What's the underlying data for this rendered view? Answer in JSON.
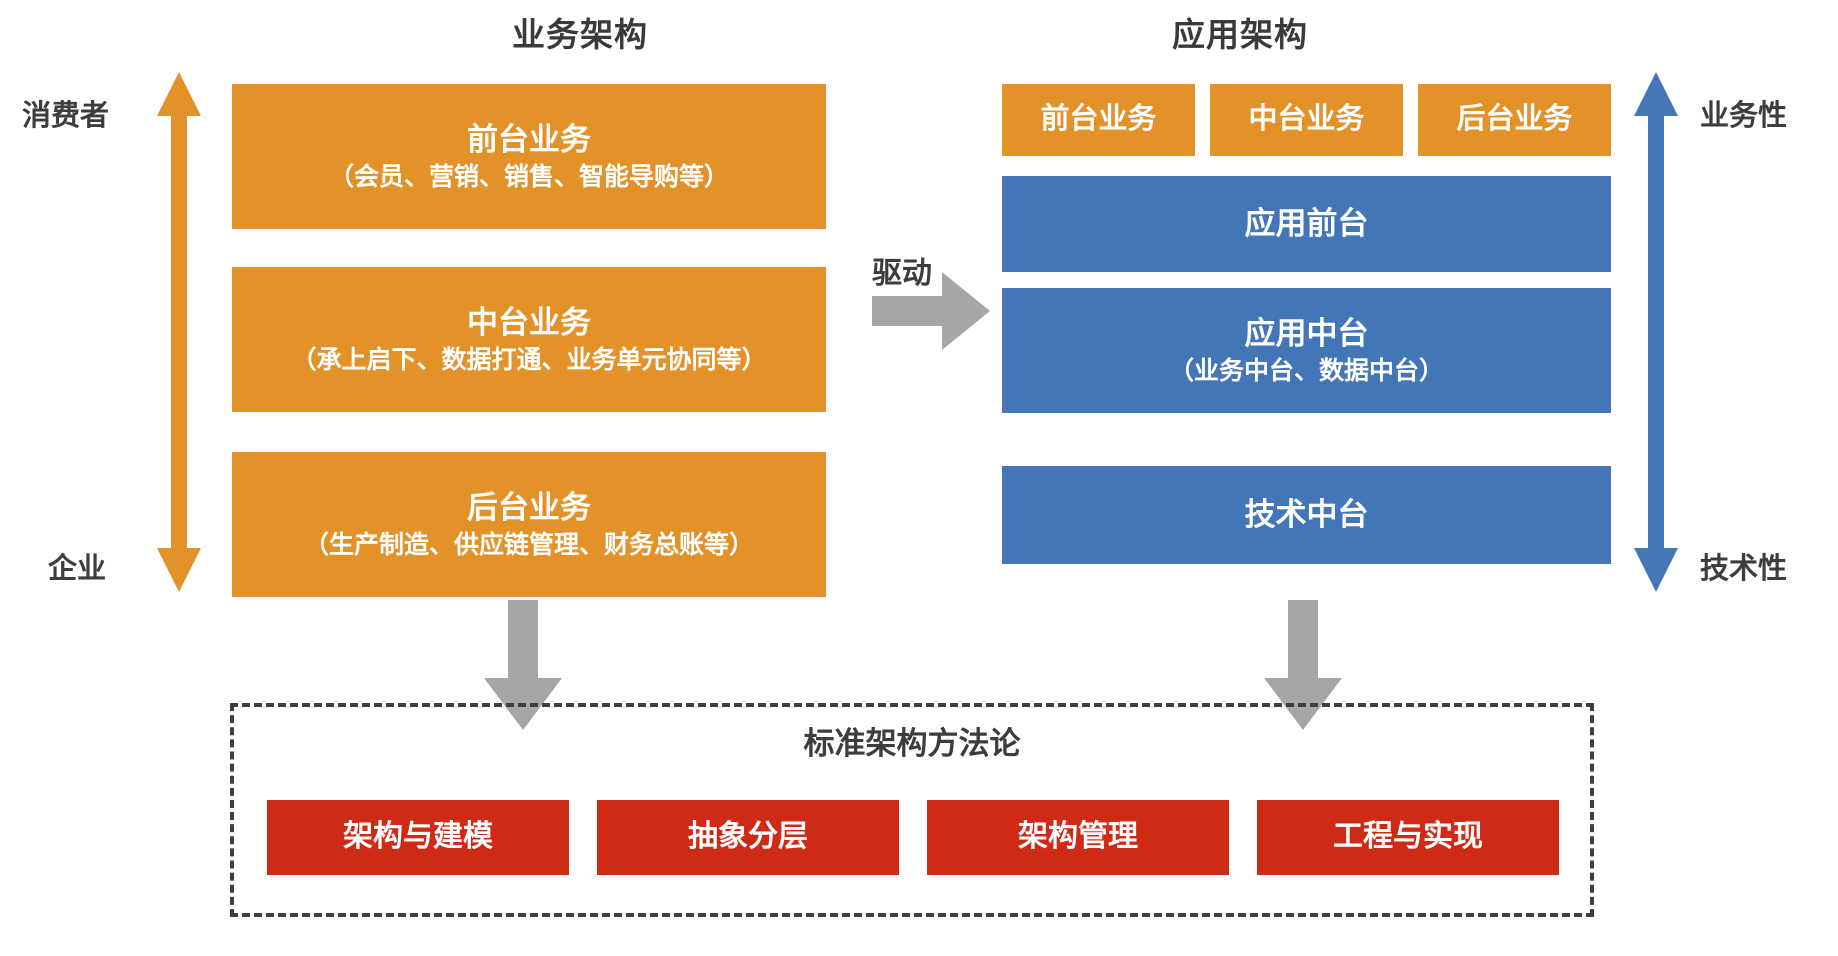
{
  "diagram": {
    "business": {
      "title": "业务架构",
      "axis": {
        "top_label": "消费者",
        "bottom_label": "企业",
        "arrow_color": "#E3922A",
        "icon": "double-headed-vertical-arrow"
      },
      "layers": [
        {
          "name": "前台业务",
          "detail": "（会员、营销、销售、智能导购等）",
          "color": "#E3922A"
        },
        {
          "name": "中台业务",
          "detail": "（承上启下、数据打通、业务单元协同等）",
          "color": "#E3922A"
        },
        {
          "name": "后台业务",
          "detail": "（生产制造、供应链管理、财务总账等）",
          "color": "#E3922A"
        }
      ]
    },
    "connector": {
      "label": "驱动",
      "color": "#A6A6A6",
      "icon": "right-arrow"
    },
    "application": {
      "title": "应用架构",
      "axis": {
        "top_label": "业务性",
        "bottom_label": "技术性",
        "arrow_color": "#4276B6",
        "icon": "double-headed-vertical-arrow"
      },
      "chips": [
        {
          "name": "前台业务",
          "color": "#E3922A"
        },
        {
          "name": "中台业务",
          "color": "#E3922A"
        },
        {
          "name": "后台业务",
          "color": "#E3922A"
        }
      ],
      "layers": [
        {
          "name": "应用前台",
          "detail": "",
          "color": "#4276B6"
        },
        {
          "name": "应用中台",
          "detail": "（业务中台、数据中台）",
          "color": "#4276B6"
        },
        {
          "name": "技术中台",
          "detail": "",
          "color": "#4276B6"
        }
      ]
    },
    "down_arrows": {
      "color": "#A6A6A6",
      "icon": "down-arrow",
      "count": 2
    },
    "methodology": {
      "title": "标准架构方法论",
      "border_color": "#3F3F3F",
      "border_style": "dashed",
      "pillars": [
        {
          "name": "架构与建模",
          "color": "#CF2A16"
        },
        {
          "name": "抽象分层",
          "color": "#CF2A16"
        },
        {
          "name": "架构管理",
          "color": "#CF2A16"
        },
        {
          "name": "工程与实现",
          "color": "#CF2A16"
        }
      ]
    }
  }
}
